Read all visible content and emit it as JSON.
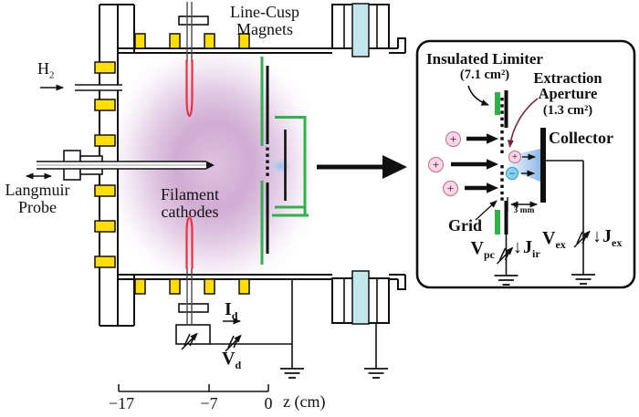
{
  "labels": {
    "line_cusp_magnets": "Line-Cusp Magnets",
    "h2": {
      "base": "H",
      "sub": "2"
    },
    "langmuir_probe": "Langmuir Probe",
    "filament_cathodes": "Filament cathodes",
    "i_d": {
      "base": "I",
      "sub": "d"
    },
    "v_d": {
      "base": "V",
      "sub": "d"
    }
  },
  "axis": {
    "tick_m17": "−17",
    "tick_m7": "−7",
    "tick_zero": "0",
    "title": "z (cm)"
  },
  "inset": {
    "insulated_limiter": "Insulated Limiter",
    "limiter_area": "(7.1 cm²)",
    "extraction_aperture": "Extraction Aperture",
    "aperture_area": "(1.3 cm²)",
    "collector": "Collector",
    "grid": "Grid",
    "gap_label": "3 mm",
    "plus_symbol": "+",
    "minus_symbol": "−",
    "v_pc": {
      "base": "V",
      "sub": "pc"
    },
    "j_ir": {
      "arrow": "↓",
      "base": "J",
      "sub": "ir"
    },
    "v_ex": {
      "base": "V",
      "sub": "ex"
    },
    "j_ex": {
      "arrow": "↓",
      "base": "J",
      "sub": "ex"
    }
  },
  "colors": {
    "magnet_yellow": "#FFDE00",
    "port_cyan": "#C4E7EB",
    "limiter_green": "#2FB14C",
    "filament_red": "#E8303E",
    "lead_gray": "#4A4A4A",
    "plasma_purple": "#A963B4",
    "beam_blue": "#8FB9E8",
    "ion_fill": "#F7D7E5",
    "ion_border": "#C4688B",
    "ion_text": "#7D2B4C",
    "electron_fill": "#85D2F2",
    "electron_border": "#2E93BE",
    "electron_text": "#135C7E",
    "maroon_arrow": "#7B2432"
  }
}
